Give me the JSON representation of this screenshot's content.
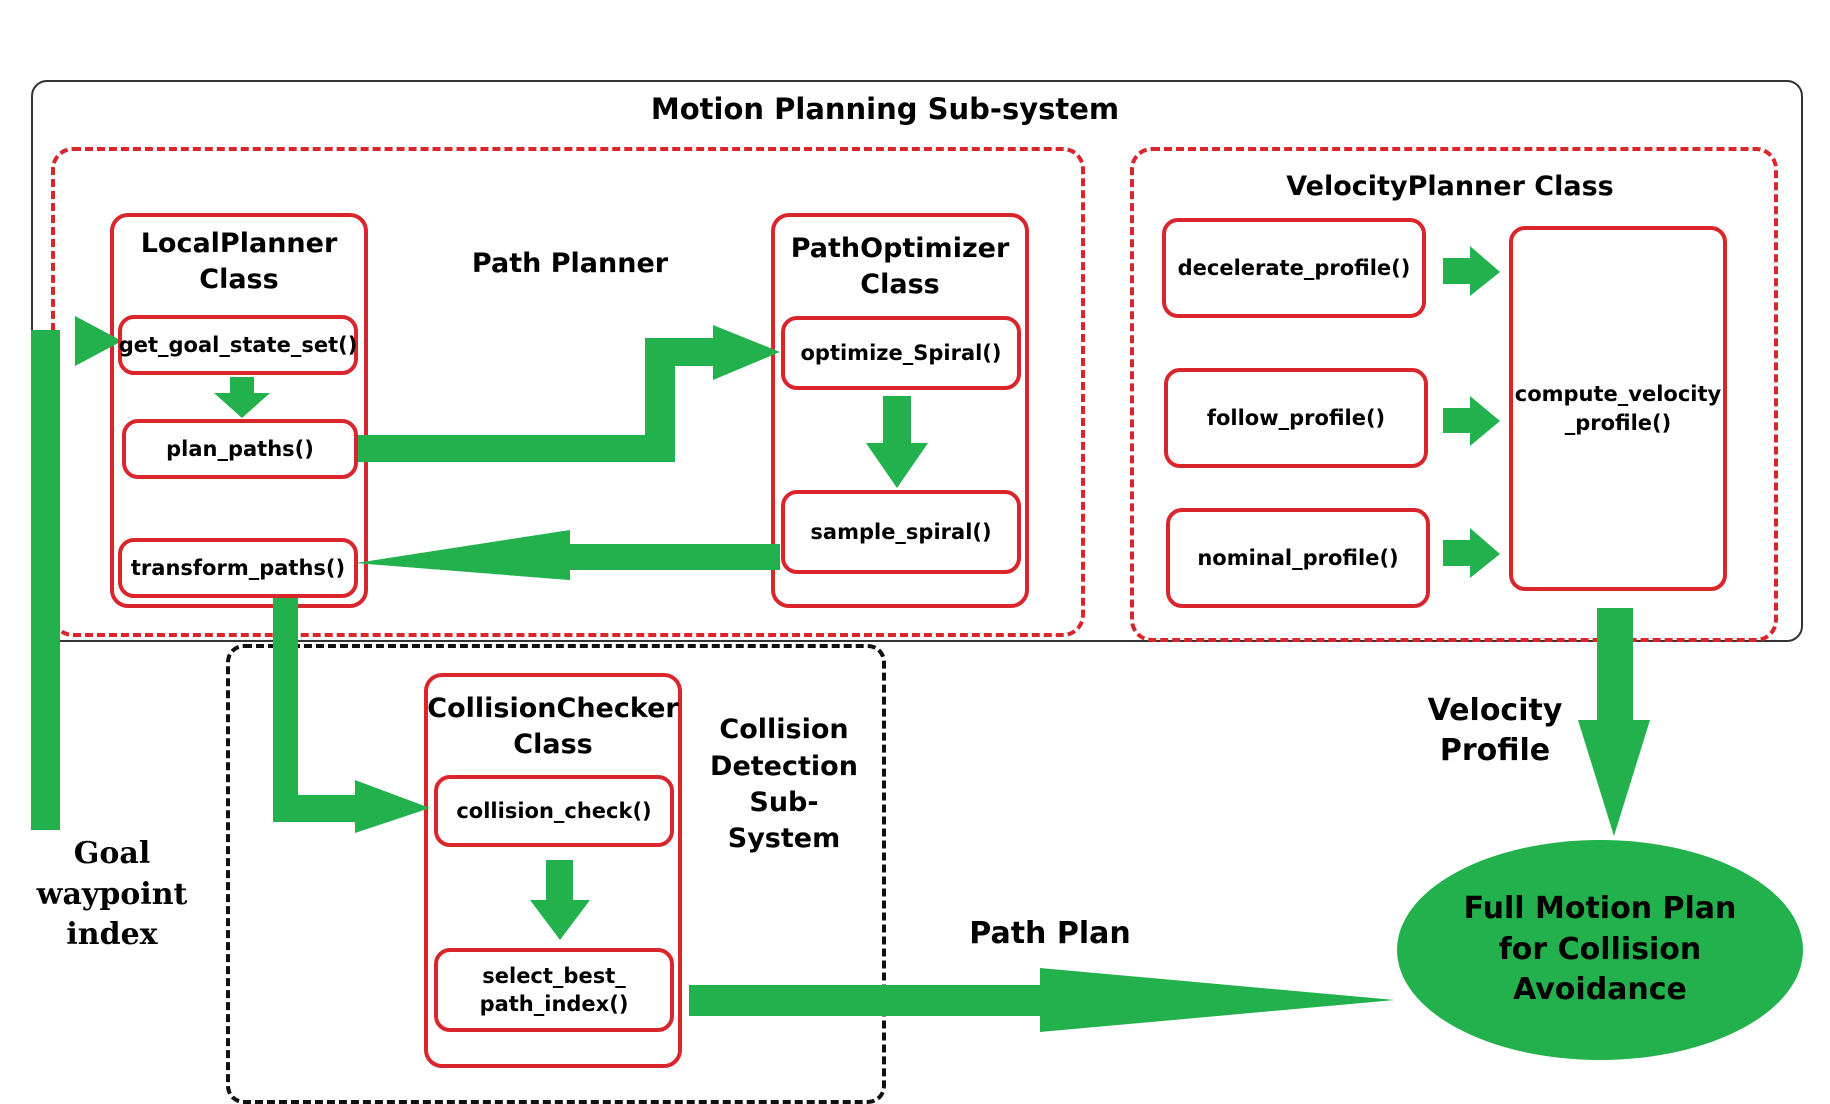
{
  "subsystem_title": "Motion Planning Sub-system",
  "path_planner_label": "Path Planner",
  "local_planner": {
    "title": "LocalPlanner\nClass",
    "methods": [
      "get_goal_state_set()",
      "plan_paths()",
      "transform_paths()"
    ]
  },
  "path_optimizer": {
    "title": "PathOptimizer\nClass",
    "methods": [
      "optimize_Spiral()",
      "sample_spiral()"
    ]
  },
  "velocity_planner": {
    "title": "VelocityPlanner Class",
    "profiles": [
      "decelerate_profile()",
      "follow_profile()",
      "nominal_profile()"
    ],
    "compute": "compute_velocity\n_profile()"
  },
  "collision_checker": {
    "title": "CollisionChecker\nClass",
    "methods": [
      "collision_check()",
      "select_best_\npath_index()"
    ]
  },
  "collision_detection_label": "Collision\nDetection\nSub-System",
  "goal_waypoint_label": "Goal waypoint\nindex",
  "velocity_profile_label": "Velocity\nProfile",
  "path_plan_label": "Path Plan",
  "final_output": "Full Motion Plan\nfor Collision\nAvoidance",
  "colors": {
    "arrow": "#22b14c",
    "class_border": "#d9262c",
    "frame": "#333333",
    "ellipse": "#22b14c"
  }
}
